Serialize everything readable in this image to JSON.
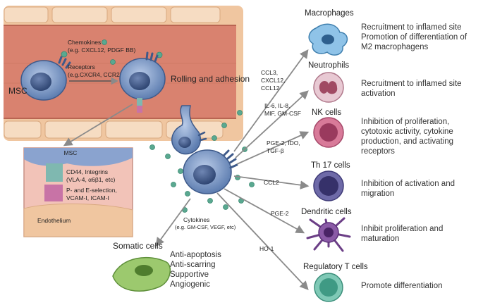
{
  "mechanism_panel": {
    "msc_label": "MSC",
    "chemokines_title": "Chemokines",
    "chemokines_eg": "(e.g. CXCL12, PDGF BB)",
    "receptors_title": "Receptors",
    "receptors_eg": "(e.g.CXCR4, CCR2)",
    "rolling_label": "Rolling and adhesion"
  },
  "inset": {
    "msc_label": "MSC",
    "line1": "CD44, Integrins",
    "line2": "(VLA-4, α6β1, etc)",
    "line3": "P- and E-selection,",
    "line4": "VCAM-I, ICAM-I",
    "endothelium_label": "Endothelium"
  },
  "cytokines": {
    "title": "Cytokines",
    "eg": "(e.g. GM-CSF, VEGF, etc)"
  },
  "somatic": {
    "label": "Somatic cells",
    "effects": [
      "Anti-apoptosis",
      "Anti-scarring",
      "Supportive",
      "Angiogenic"
    ]
  },
  "targets": [
    {
      "name": "Macrophages",
      "mediators": [
        "CCL3,",
        "CXCL12,",
        "CCL12"
      ],
      "effect": [
        "Recruitment to inflamed site",
        "Promotion of differentiation of",
        "M2 macrophagens"
      ]
    },
    {
      "name": "Neutrophils",
      "mediators": [
        "IL-6, IL-8,",
        "MIF, GM-CSF"
      ],
      "effect": [
        "Recruitment to inflamed site",
        "activation"
      ]
    },
    {
      "name": "NK cells",
      "mediators": [
        "PGE-2, IDO,",
        "TGF-β"
      ],
      "effect": [
        "Inhibition of proliferation,",
        "cytotoxic activity, cytokine",
        "production, and activating",
        "receptors"
      ]
    },
    {
      "name": "Th 17 cells",
      "mediators": [
        "CCL2"
      ],
      "effect": [
        "Inhibition of activation and",
        "migration"
      ]
    },
    {
      "name": "Dendritic cells",
      "mediators": [
        "PGE-2"
      ],
      "effect": [
        "Inhibit proliferation and",
        "maturation"
      ]
    },
    {
      "name": "Regulatory T cells",
      "mediators": [
        "HO-1"
      ],
      "effect": [
        "Promote differentiation"
      ]
    }
  ],
  "colors": {
    "vessel": "#d9826f",
    "vessel_wall": "#f0c6a0",
    "msc": "#6f8fc0",
    "arrow": "#8a8a8a",
    "dot": "#5aa890"
  }
}
